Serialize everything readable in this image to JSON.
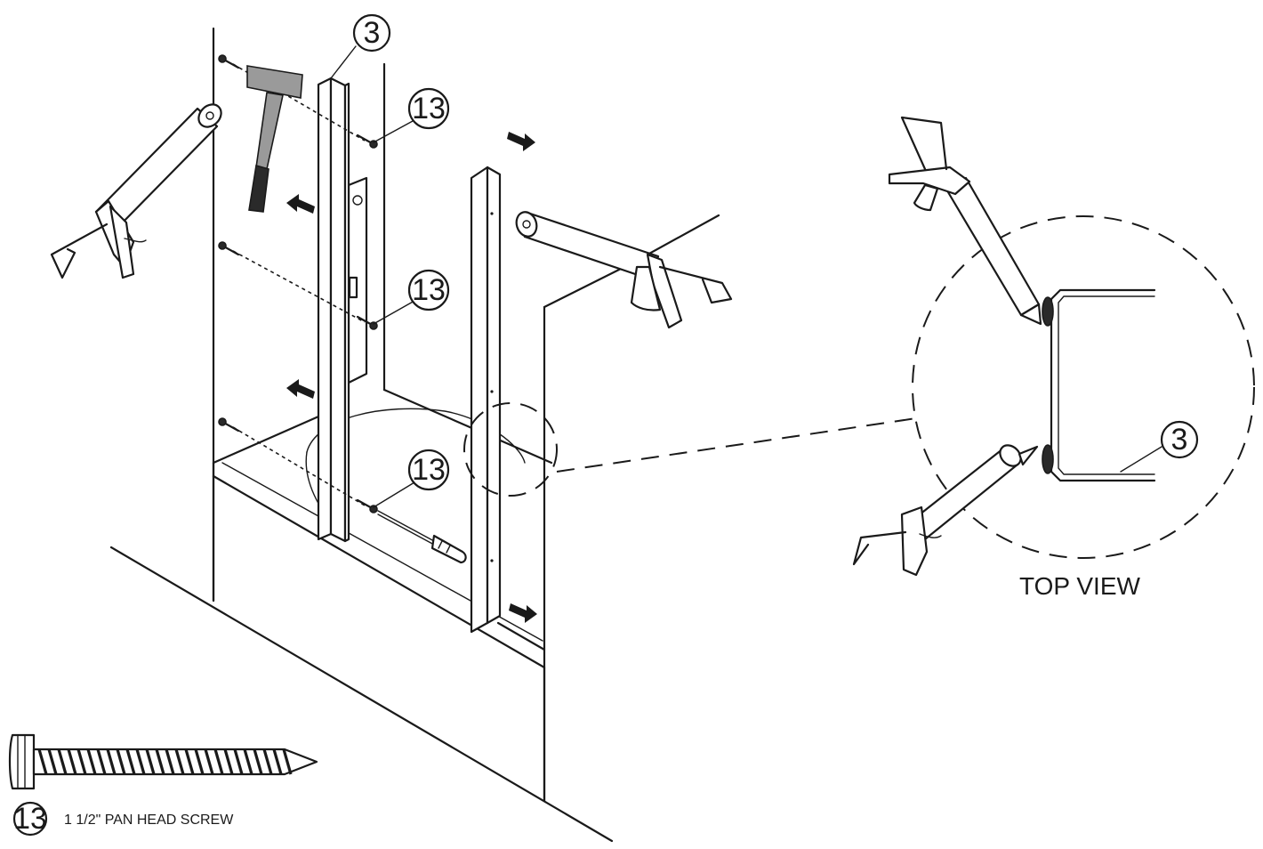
{
  "callouts": {
    "bracket_number": "3",
    "screw_number": "13"
  },
  "labels": {
    "top_view": "TOP VIEW",
    "legend_number": "13",
    "legend_description": "1 1/2\" PAN HEAD SCREW"
  },
  "icons": [
    "caulking-gun-icon",
    "hammer-icon",
    "screwdriver-icon",
    "screw-icon",
    "arrow-icon"
  ]
}
